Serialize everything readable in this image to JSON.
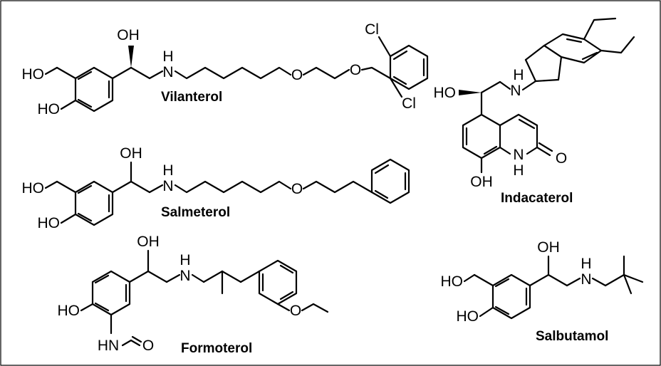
{
  "compounds": {
    "vilanterol": {
      "name": "Vilanterol",
      "atoms": {
        "oh_top": "OH",
        "ho_ch2": "HO",
        "ho_ring": "HO",
        "nh_h": "H",
        "nh_n": "N",
        "o1": "O",
        "o2": "O",
        "cl1": "Cl",
        "cl2": "Cl"
      }
    },
    "salmeterol": {
      "name": "Salmeterol",
      "atoms": {
        "oh_top": "OH",
        "ho_ch2": "HO",
        "ho_ring": "HO",
        "nh_h": "H",
        "nh_n": "N",
        "o1": "O"
      }
    },
    "formoterol": {
      "name": "Formoterol",
      "atoms": {
        "oh_top": "OH",
        "nh_h": "H",
        "nh_n": "N",
        "ho_ring": "HO",
        "hn": "HN",
        "o_formyl": "O",
        "o_methoxy": "O"
      }
    },
    "indacaterol": {
      "name": "Indacaterol",
      "atoms": {
        "ho": "HO",
        "nh_h": "H",
        "nh_n": "N",
        "oh": "OH",
        "nh2_n": "N",
        "nh2_h": "H",
        "o": "O"
      }
    },
    "salbutamol": {
      "name": "Salbutamol",
      "atoms": {
        "oh_top": "OH",
        "ho_ch2": "HO",
        "ho_ring": "HO",
        "nh_h": "H",
        "nh_n": "N"
      }
    }
  }
}
